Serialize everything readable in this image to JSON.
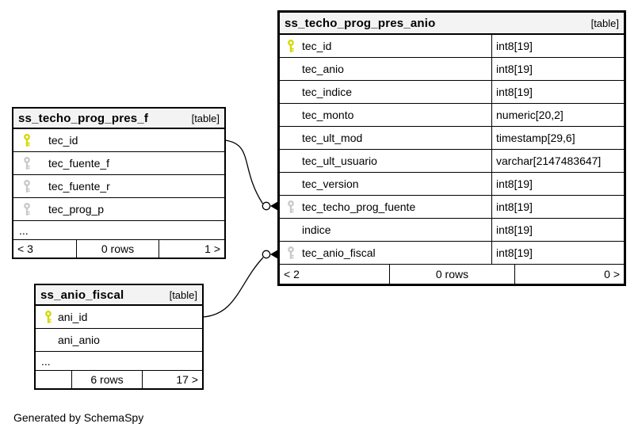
{
  "colors": {
    "primary_key": "#d4d800",
    "foreign_key": "#c9c9c9"
  },
  "footer_note": "Generated by SchemaSpy",
  "tables": {
    "anio": {
      "name": "ss_techo_prog_pres_anio",
      "badge": "[table]",
      "columns": [
        {
          "name": "tec_id",
          "type": "int8[19]",
          "key": "primary"
        },
        {
          "name": "tec_anio",
          "type": "int8[19]",
          "key": ""
        },
        {
          "name": "tec_indice",
          "type": "int8[19]",
          "key": ""
        },
        {
          "name": "tec_monto",
          "type": "numeric[20,2]",
          "key": ""
        },
        {
          "name": "tec_ult_mod",
          "type": "timestamp[29,6]",
          "key": ""
        },
        {
          "name": "tec_ult_usuario",
          "type": "varchar[2147483647]",
          "key": ""
        },
        {
          "name": "tec_version",
          "type": "int8[19]",
          "key": ""
        },
        {
          "name": "tec_techo_prog_fuente",
          "type": "int8[19]",
          "key": "foreign"
        },
        {
          "name": "indice",
          "type": "int8[19]",
          "key": ""
        },
        {
          "name": "tec_anio_fiscal",
          "type": "int8[19]",
          "key": "foreign"
        }
      ],
      "footer": {
        "left": "< 2",
        "center": "0 rows",
        "right": "0 >"
      }
    },
    "presf": {
      "name": "ss_techo_prog_pres_f",
      "badge": "[table]",
      "columns": [
        {
          "name": "tec_id",
          "key": "primary"
        },
        {
          "name": "tec_fuente_f",
          "key": "foreign"
        },
        {
          "name": "tec_fuente_r",
          "key": "foreign"
        },
        {
          "name": "tec_prog_p",
          "key": "foreign"
        }
      ],
      "ellipsis": "...",
      "footer": {
        "left": "< 3",
        "center": "0 rows",
        "right": "1 >"
      }
    },
    "fiscal": {
      "name": "ss_anio_fiscal",
      "badge": "[table]",
      "columns": [
        {
          "name": "ani_id",
          "key": "primary"
        },
        {
          "name": "ani_anio",
          "key": ""
        }
      ],
      "ellipsis": "...",
      "footer": {
        "left": "",
        "center": "6 rows",
        "right": "17 >"
      }
    }
  }
}
